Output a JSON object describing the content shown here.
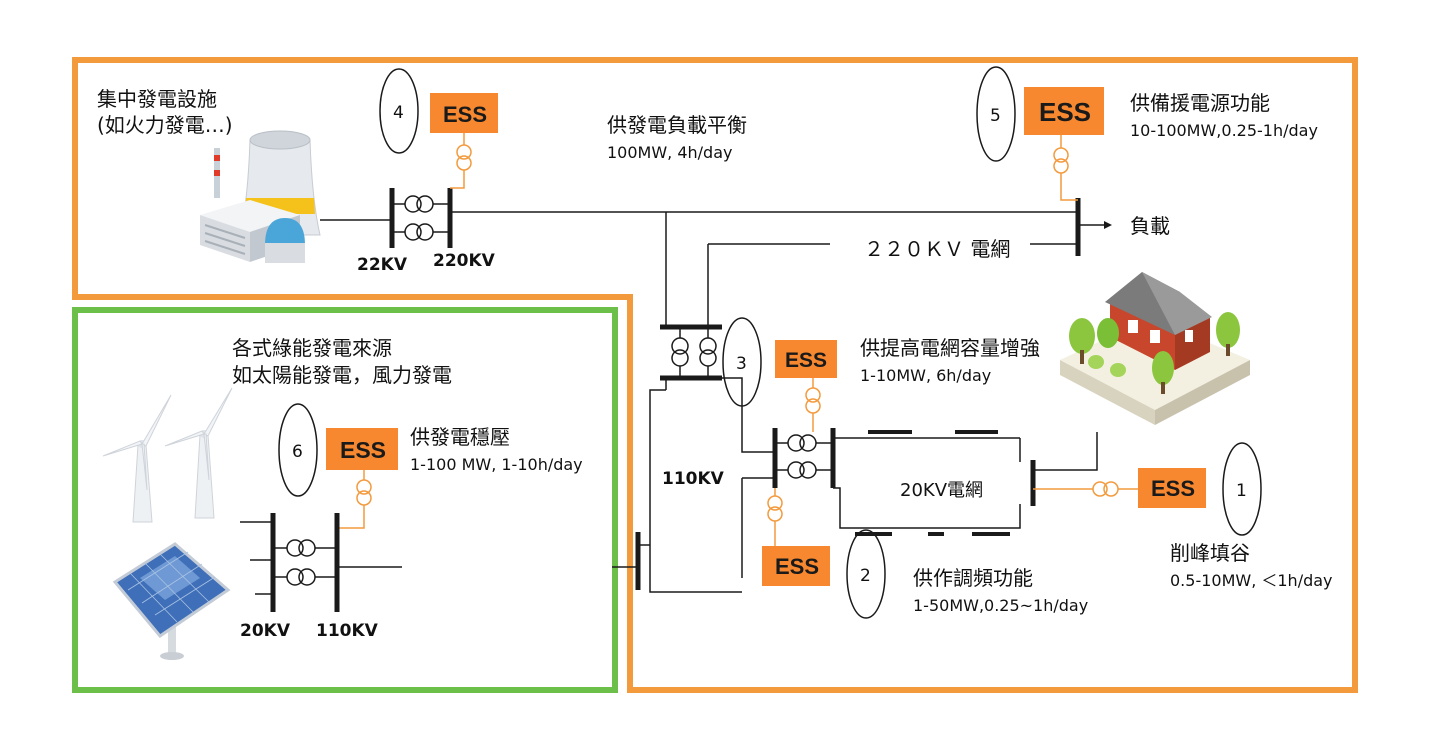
{
  "colors": {
    "orange_border": "#f39a3d",
    "green_border": "#6cc04a",
    "ess_fill": "#f7882f",
    "line": "#1a1a1a",
    "orange_line": "#f39a3d"
  },
  "central_plant": {
    "title": "集中發電設施",
    "subtitle": "(如火力發電…)",
    "icon": "power-plant-icon"
  },
  "renewables": {
    "title": "各式綠能發電來源",
    "subtitle": "如太陽能發電，風力發電",
    "icons": [
      "wind-turbine-icon",
      "solar-panel-icon"
    ]
  },
  "voltages": {
    "kv22": "22KV",
    "kv220": "220KV",
    "kv110_mid": "110KV",
    "kv20_left": "20KV",
    "kv110_left": "110KV"
  },
  "grid_220": "２２０ＫＶ 電網",
  "grid_20": "20KV電網",
  "load": "負載",
  "ess_label": "ESS",
  "markers": [
    "1",
    "2",
    "3",
    "4",
    "5",
    "6"
  ],
  "functions": {
    "f4": {
      "title": "供發電負載平衡",
      "detail": "100MW, 4h/day"
    },
    "f5": {
      "title": "供備援電源功能",
      "detail": "10-100MW,0.25-1h/day"
    },
    "f3": {
      "title": "供提高電網容量增強",
      "detail": "1-10MW, 6h/day"
    },
    "f6": {
      "title": "供發電穩壓",
      "detail": "1-100 MW, 1-10h/day"
    },
    "f2": {
      "title": "供作調頻功能",
      "detail": "1-50MW,0.25~1h/day"
    },
    "f1": {
      "title": "削峰填谷",
      "detail": "0.5-10MW, ＜1h/day"
    }
  },
  "house_icon": "house-icon"
}
